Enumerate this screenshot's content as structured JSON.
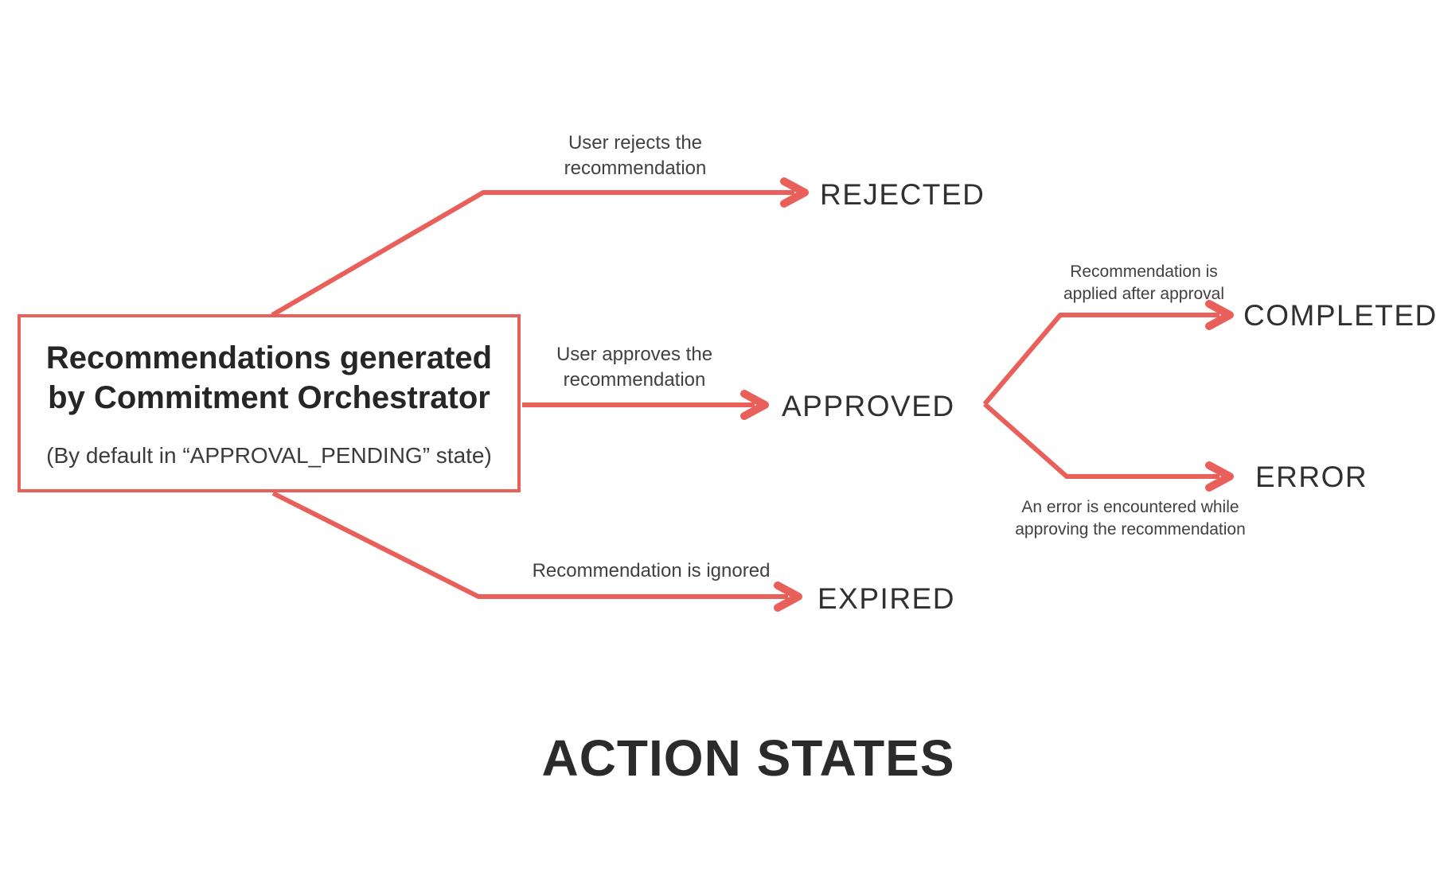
{
  "title": "ACTION STATES",
  "colors": {
    "accent": "#e9605b",
    "text_dark": "#262626",
    "text_state": "#303030",
    "text_note": "#414141"
  },
  "source_box": {
    "heading": "Recommendations generated\nby Commitment Orchestrator",
    "subheading": "(By default in “APPROVAL_PENDING” state)"
  },
  "states": [
    {
      "id": "rejected",
      "label": "REJECTED",
      "annotation": "User rejects the\nrecommendation"
    },
    {
      "id": "approved",
      "label": "APPROVED",
      "annotation": "User approves the\nrecommendation"
    },
    {
      "id": "expired",
      "label": "EXPIRED",
      "annotation": "Recommendation is ignored"
    },
    {
      "id": "completed",
      "label": "COMPLETED",
      "annotation": "Recommendation is\napplied after approval"
    },
    {
      "id": "error",
      "label": "ERROR",
      "annotation": "An error is encountered while\napproving the recommendation"
    }
  ]
}
